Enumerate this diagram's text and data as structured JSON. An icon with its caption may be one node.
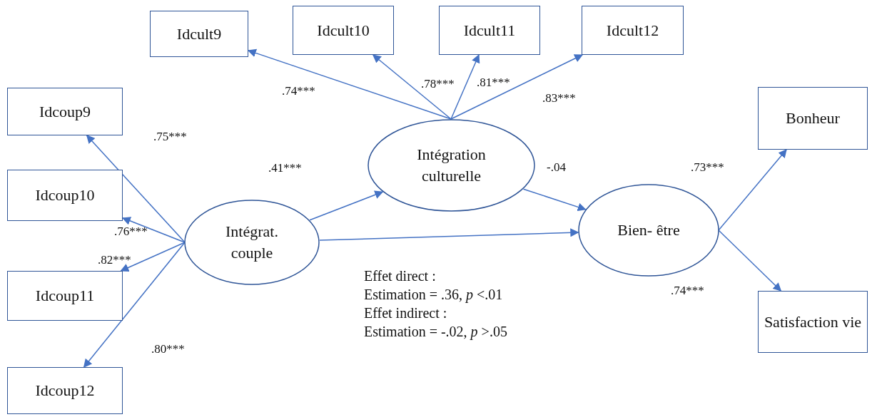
{
  "diagram": {
    "nodes": [
      {
        "text": [
          "Idcult9"
        ]
      },
      {
        "text": [
          "Idcult10"
        ]
      },
      {
        "text": [
          "Idcult11"
        ]
      },
      {
        "text": [
          "Idcult12"
        ]
      },
      {
        "text": [
          "Idcoup9"
        ]
      },
      {
        "text": [
          "Idcoup10"
        ]
      },
      {
        "text": [
          "Idcoup11"
        ]
      },
      {
        "text": [
          "Idcoup12"
        ]
      },
      {
        "text": [
          "Bonheur"
        ]
      },
      {
        "text": [
          "Satisfaction vie"
        ]
      },
      {
        "text": [
          "Intégration culturelle"
        ]
      },
      {
        "text": [
          "Intégrat. couple"
        ]
      },
      {
        "text": [
          "Bien- être"
        ]
      }
    ],
    "edges": [
      {
        "from": 10,
        "to": 0,
        "arrow": "to",
        "label": ".74***"
      },
      {
        "from": 10,
        "to": 1,
        "arrow": "to",
        "label": ".78***"
      },
      {
        "from": 10,
        "to": 2,
        "arrow": "to",
        "label": ".81***"
      },
      {
        "from": 10,
        "to": 3,
        "arrow": "to",
        "label": ".83***"
      },
      {
        "from": 11,
        "to": 4,
        "arrow": "to",
        "label": ".75***"
      },
      {
        "from": 11,
        "to": 5,
        "arrow": "to",
        "label": ".76***"
      },
      {
        "from": 11,
        "to": 6,
        "arrow": "to",
        "label": ".82***"
      },
      {
        "from": 11,
        "to": 7,
        "arrow": "to",
        "label": ".80***"
      },
      {
        "from": 11,
        "to": 10,
        "arrow": "to",
        "label": ".41***"
      },
      {
        "from": 10,
        "to": 12,
        "arrow": "to",
        "label": "-.04"
      },
      {
        "from": 11,
        "to": 12,
        "arrow": "to"
      },
      {
        "from": 12,
        "to": 8,
        "arrow": "to",
        "label": ".73***"
      },
      {
        "from": 12,
        "to": 9,
        "arrow": "to",
        "label": ".74***"
      }
    ],
    "labels": [
      "Effet direct :",
      "Estimation = .36, *p* <.01",
      "Effet indirect :",
      "Estimation = -.02, *p* >.05"
    ]
  }
}
